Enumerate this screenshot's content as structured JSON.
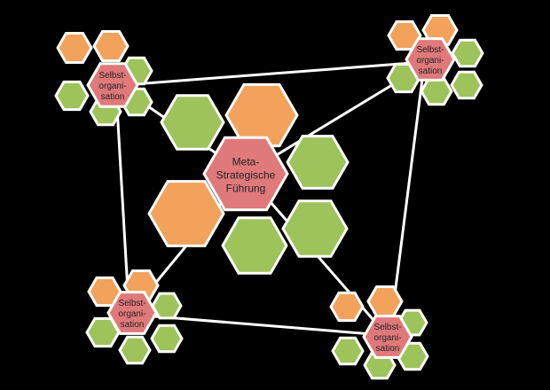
{
  "colors": {
    "background": "#000000",
    "green": "#9dc35a",
    "orange": "#f2a25b",
    "red": "#e0797a",
    "line": "#ffffff",
    "text": "#222222"
  },
  "center": {
    "label_lines": [
      "Meta-",
      "Strategische",
      "Führung"
    ]
  },
  "nodes": [
    {
      "id": "top-left",
      "label_lines": [
        "Selbst-",
        "organi-",
        "sation"
      ]
    },
    {
      "id": "top-right",
      "label_lines": [
        "Selbst-",
        "organi-",
        "sation"
      ]
    },
    {
      "id": "bottom-left",
      "label_lines": [
        "Selbst-",
        "organi-",
        "sation"
      ]
    },
    {
      "id": "bottom-right",
      "label_lines": [
        "Selbst-",
        "organi-",
        "sation"
      ]
    }
  ]
}
